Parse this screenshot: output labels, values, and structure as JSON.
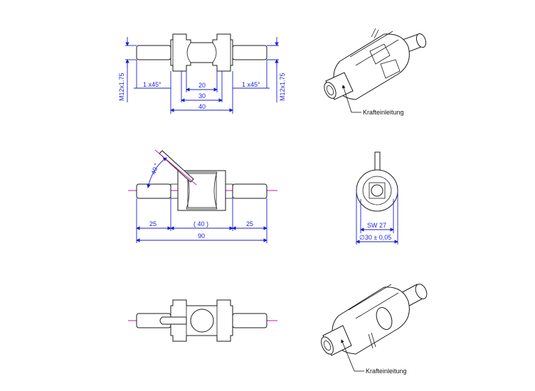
{
  "drawing": {
    "top_view": {
      "thread_left": "M12x1.75",
      "thread_right": "M12x1.75",
      "chamfer_left": "1 x45°",
      "chamfer_right": "1 x45°",
      "dim_inner": "20",
      "dim_middle": "30",
      "dim_body": "40"
    },
    "iso_top": {
      "label": "Krafteinleitung"
    },
    "side_view": {
      "angle": "40 °",
      "dim_left": "25",
      "dim_center": "( 40 )",
      "dim_right": "25",
      "dim_total": "90"
    },
    "end_view": {
      "wrench": "SW 27",
      "diameter": "∅30 ± 0,05"
    },
    "iso_bottom": {
      "label": "Krafteinleitung"
    }
  },
  "colors": {
    "dimension": "#1a1fd6",
    "axis": "#c21a9c",
    "outline": "#1a1a1a"
  }
}
